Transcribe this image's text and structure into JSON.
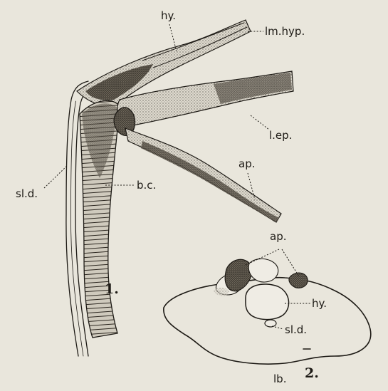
{
  "figure": {
    "panels": [
      {
        "number": "1."
      },
      {
        "number": "2."
      }
    ],
    "labels": {
      "hy": "hy.",
      "lm_hyp": "lm.hyp.",
      "l_ep": "l.ep.",
      "ap": "ap.",
      "sl_d": "sl.d.",
      "b_c": "b.c.",
      "ap2": "ap.",
      "hy2": "hy.",
      "sl_d2": "sl.d.",
      "lb": "lb."
    }
  }
}
